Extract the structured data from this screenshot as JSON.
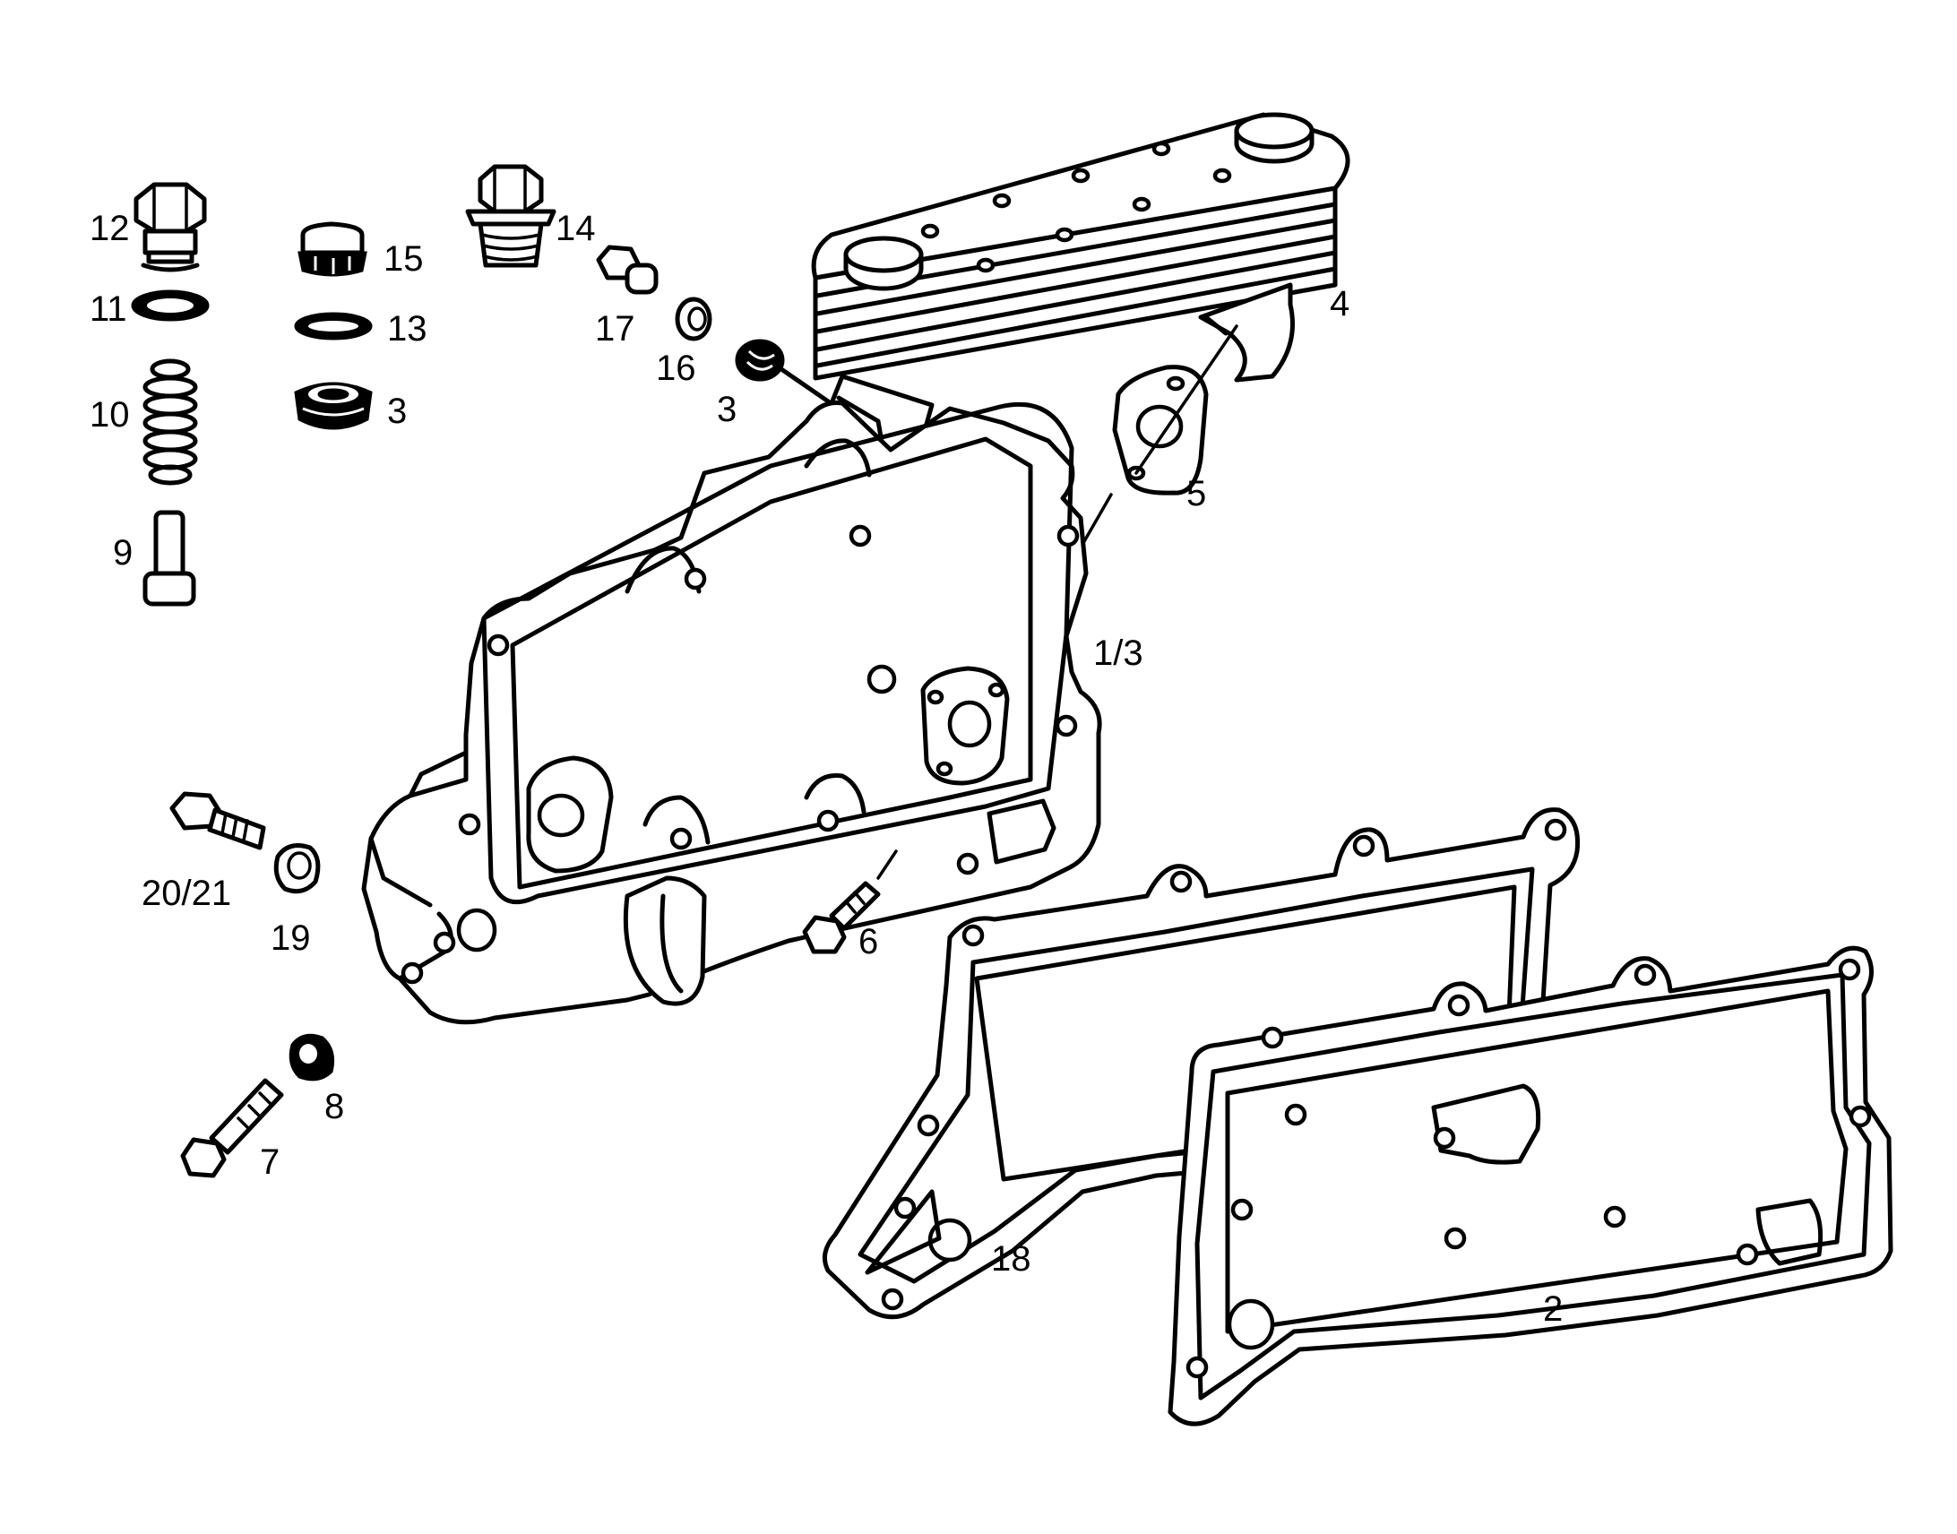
{
  "callouts": {
    "c12": "12",
    "c11": "11",
    "c10": "10",
    "c9": "9",
    "c15": "15",
    "c13": "13",
    "c3a": "3",
    "c14": "14",
    "c17": "17",
    "c16": "16",
    "c3b": "3",
    "c4": "4",
    "c5": "5",
    "c13_main": "1/3",
    "c2021": "20/21",
    "c19": "19",
    "c6": "6",
    "c8": "8",
    "c7": "7",
    "c18": "18",
    "c2": "2"
  }
}
